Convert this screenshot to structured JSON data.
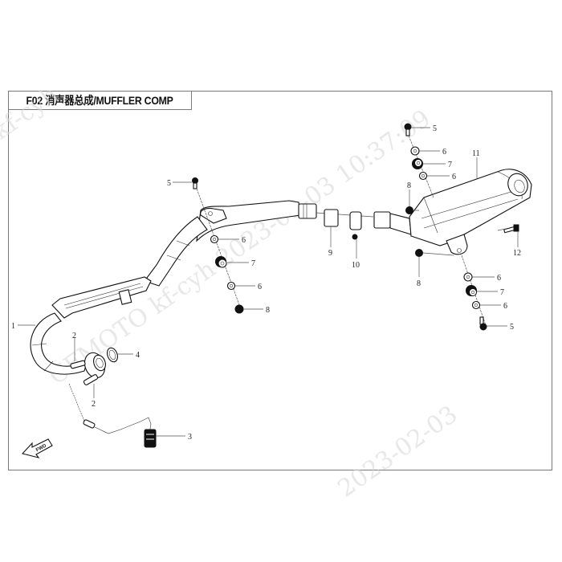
{
  "page": {
    "title": "F02 消声器总成/MUFFLER COMP",
    "direction_label": "FWD"
  },
  "watermark": {
    "lines": [
      "kf-cyh",
      "CFMOTO kf-cyh 2023-02-03 10:37:09",
      "2023-02-03"
    ]
  },
  "callouts": [
    {
      "id": "c1",
      "number": "1",
      "part": "exhaust-pipe"
    },
    {
      "id": "c2a",
      "number": "2",
      "part": "stud-bolt-upper"
    },
    {
      "id": "c2b",
      "number": "2",
      "part": "stud-bolt-lower"
    },
    {
      "id": "c3",
      "number": "3",
      "part": "oxygen-sensor"
    },
    {
      "id": "c4",
      "number": "4",
      "part": "gasket-ring"
    },
    {
      "id": "c5a",
      "number": "5",
      "part": "bolt-pipe-bracket"
    },
    {
      "id": "c5b",
      "number": "5",
      "part": "bolt-muffler-top"
    },
    {
      "id": "c5c",
      "number": "5",
      "part": "bolt-muffler-bottom"
    },
    {
      "id": "c6a",
      "number": "6",
      "part": "washer-pipe-upper"
    },
    {
      "id": "c6b",
      "number": "6",
      "part": "washer-pipe-lower"
    },
    {
      "id": "c6c",
      "number": "6",
      "part": "washer-muffler-top-1"
    },
    {
      "id": "c6d",
      "number": "6",
      "part": "washer-muffler-top-2"
    },
    {
      "id": "c6e",
      "number": "6",
      "part": "washer-muffler-bottom-1"
    },
    {
      "id": "c6f",
      "number": "6",
      "part": "washer-muffler-bottom-2"
    },
    {
      "id": "c7a",
      "number": "7",
      "part": "rubber-bushing-pipe"
    },
    {
      "id": "c7b",
      "number": "7",
      "part": "rubber-bushing-muffler-top"
    },
    {
      "id": "c7c",
      "number": "7",
      "part": "rubber-bushing-muffler-bottom"
    },
    {
      "id": "c8a",
      "number": "8",
      "part": "nut-pipe"
    },
    {
      "id": "c8b",
      "number": "8",
      "part": "nut-muffler-upper"
    },
    {
      "id": "c8c",
      "number": "8",
      "part": "nut-muffler-lower"
    },
    {
      "id": "c9",
      "number": "9",
      "part": "pipe-gasket"
    },
    {
      "id": "c10",
      "number": "10",
      "part": "pipe-clamp"
    },
    {
      "id": "c11",
      "number": "11",
      "part": "muffler"
    },
    {
      "id": "c12",
      "number": "12",
      "part": "muffler-screw"
    }
  ]
}
